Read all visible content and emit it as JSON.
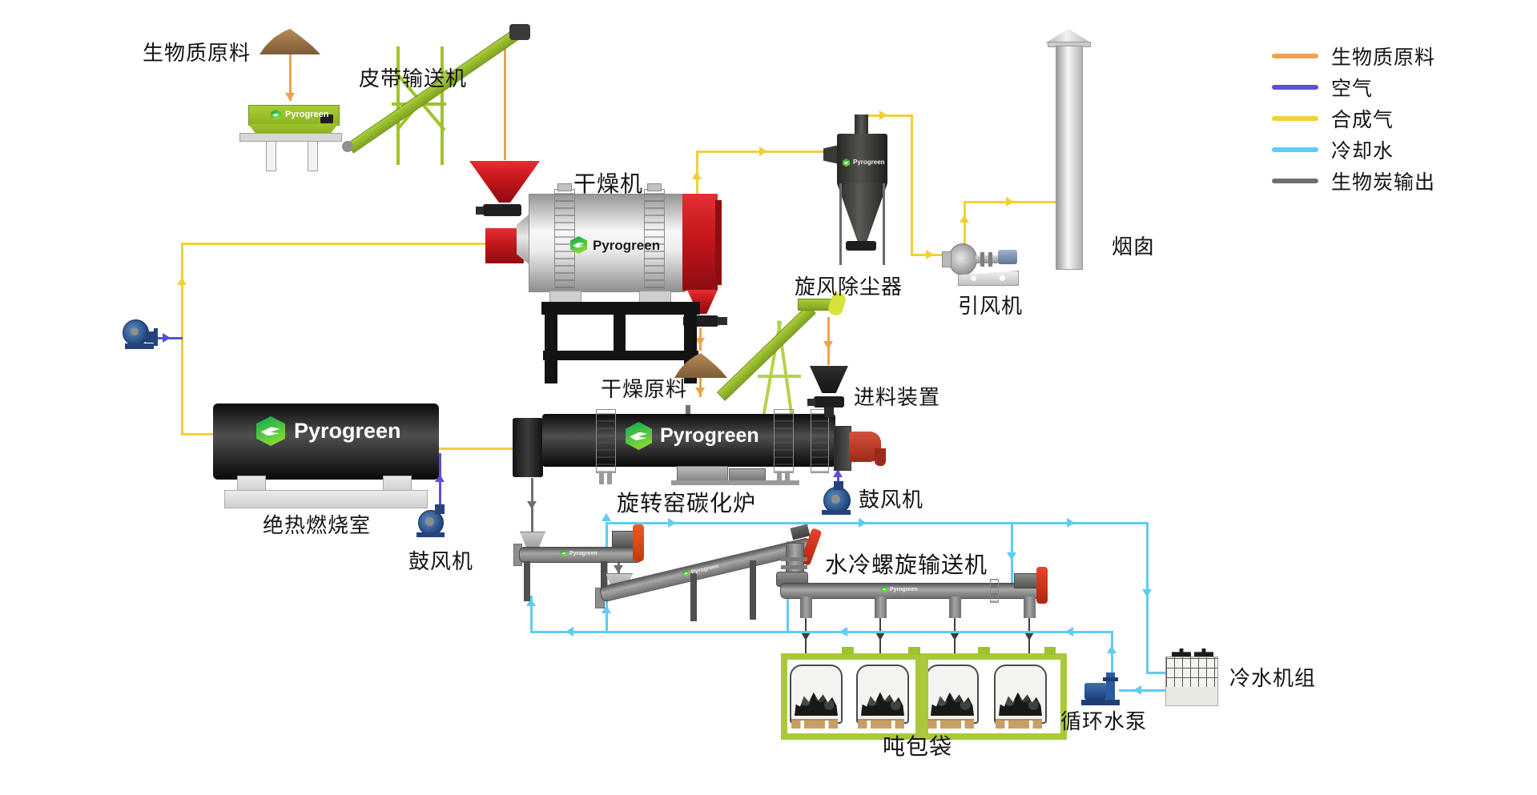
{
  "brand": "Pyrogreen",
  "colors": {
    "biomass": "#f0a14c",
    "air": "#5b50d6",
    "syngas": "#f2cf3a",
    "coolwater": "#5fccf2",
    "biochar": "#6f6f6f"
  },
  "legend": {
    "items": [
      {
        "label": "生物质原料",
        "key": "biomass"
      },
      {
        "label": "空气",
        "key": "air"
      },
      {
        "label": "合成气",
        "key": "syngas"
      },
      {
        "label": "冷却水",
        "key": "coolwater"
      },
      {
        "label": "生物炭输出",
        "key": "biochar"
      }
    ]
  },
  "labels": {
    "biomass_feed": "生物质原料",
    "belt_conveyor": "皮带输送机",
    "dryer": "干燥机",
    "cyclone": "旋风除尘器",
    "induced_draft_fan": "引风机",
    "chimney": "烟囱",
    "dried_material": "干燥原料",
    "feeding_device": "进料装置",
    "combustion_chamber": "绝热燃烧室",
    "blower_left": "鼓风机",
    "rotary_kiln": "旋转窑碳化炉",
    "blower_right": "鼓风机",
    "water_cooled_screw_conveyor": "水冷螺旋输送机",
    "ton_bags": "吨包袋",
    "circulating_pump": "循环水泵",
    "chiller": "冷水机组"
  }
}
